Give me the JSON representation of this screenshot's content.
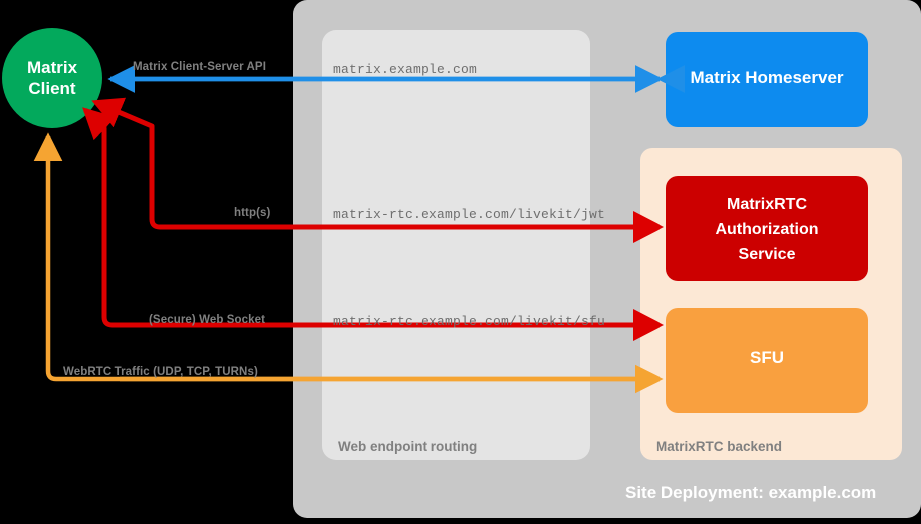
{
  "diagram": {
    "title": "Site Deployment: example.com",
    "background": "#000000",
    "colors": {
      "client": "#03a95c",
      "homeserver": "#0d8bef",
      "auth_service": "#cc0000",
      "sfu": "#f9a03f",
      "site_panel": "#c8c8c8",
      "routing_panel": "#e4e4e4",
      "backend_panel": "#fce8d5",
      "arrow_blue": "#1f8fe8",
      "arrow_red": "#dd0000",
      "arrow_orange": "#f5a432",
      "label_text": "#808080",
      "mono_text": "#6e6e6e"
    }
  },
  "nodes": {
    "client": {
      "name": "Matrix Client",
      "line1": "Matrix",
      "line2": "Client"
    },
    "homeserver": {
      "name": "Matrix Homeserver"
    },
    "auth_service": {
      "line1": "MatrixRTC",
      "line2": "Authorization",
      "line3": "Service"
    },
    "sfu": {
      "name": "SFU"
    }
  },
  "groups": {
    "routing": {
      "label": "Web endpoint routing"
    },
    "backend": {
      "label": "MatrixRTC backend"
    },
    "site": {
      "label": "Site Deployment: example.com"
    }
  },
  "connections": [
    {
      "id": "cs-api",
      "protocol_label": "Matrix Client-Server API",
      "endpoint": "matrix.example.com",
      "color": "#1f8fe8",
      "from": "Matrix Client",
      "to": "Matrix Homeserver"
    },
    {
      "id": "jwt",
      "protocol_label": "http(s)",
      "endpoint": "matrix-rtc.example.com/livekit/jwt",
      "color": "#dd0000",
      "from": "Matrix Client",
      "to": "MatrixRTC Authorization Service"
    },
    {
      "id": "sfu-ws",
      "protocol_label": "(Secure) Web Socket",
      "endpoint": "matrix-rtc.example.com/livekit/sfu",
      "color": "#dd0000",
      "from": "Matrix Client",
      "to": "SFU"
    },
    {
      "id": "webrtc",
      "protocol_label": "WebRTC Traffic (UDP, TCP, TURNs)",
      "endpoint": "",
      "color": "#f5a432",
      "from": "Matrix Client",
      "to": "SFU"
    }
  ]
}
